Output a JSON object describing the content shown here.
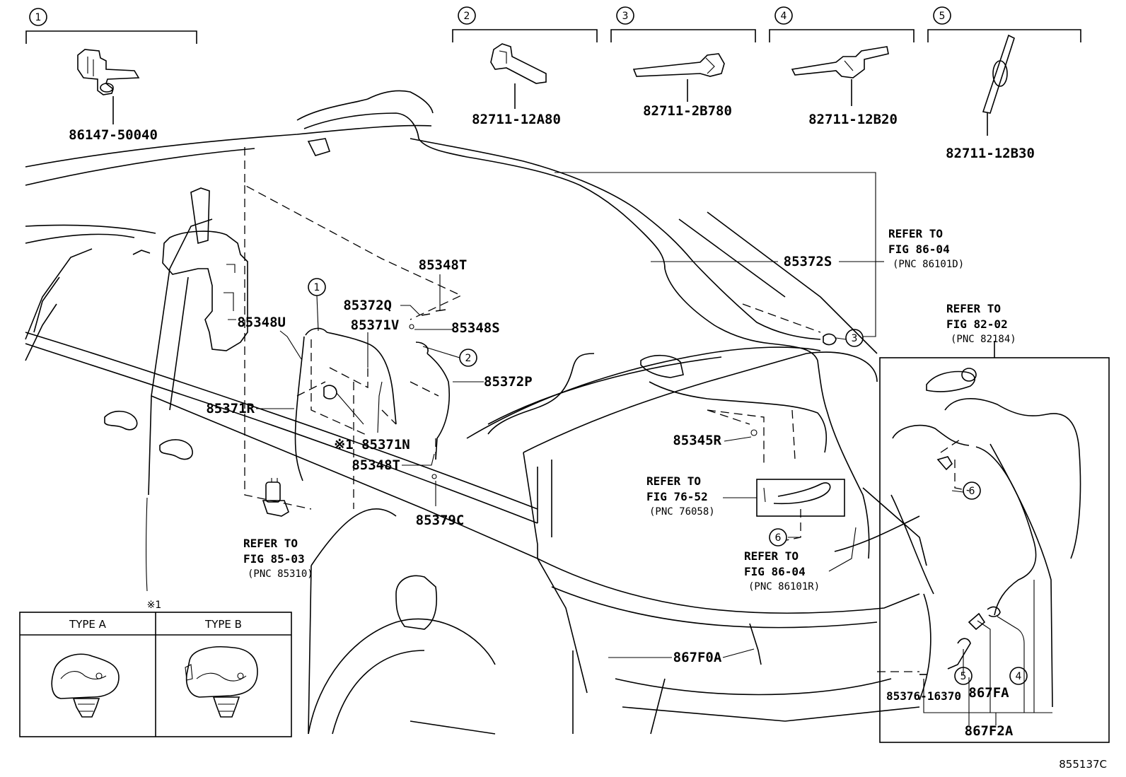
{
  "callouts": [
    "1",
    "2",
    "3",
    "4",
    "5",
    "6"
  ],
  "header_parts": {
    "p1": "86147-50040",
    "p2": "82711-12A80",
    "p3": "82711-2B780",
    "p4": "82711-12B20",
    "p5": "82711-12B30"
  },
  "parts": {
    "p85348T_top": "85348T",
    "p85372Q": "85372Q",
    "p85348S": "85348S",
    "p85348U": "85348U",
    "p85371V": "85371V",
    "p85372P": "85372P",
    "p85371R": "85371R",
    "p85371N": "※1 85371N",
    "p85348T_bot": "85348T",
    "p85379C": "85379C",
    "p85372S": "85372S",
    "p85345R": "85345R",
    "p867F0A": "867F0A",
    "p85376": "85376-16370",
    "p867FA": "867FA",
    "p867F2A": "867F2A"
  },
  "refs": {
    "r1": {
      "line1": "REFER TO",
      "line2": "FIG 86-04",
      "line3": "(PNC 86101D)"
    },
    "r2": {
      "line1": "REFER TO",
      "line2": "FIG 82-02",
      "line3": "(PNC 82184)"
    },
    "r3": {
      "line1": "REFER TO",
      "line2": "FIG 76-52",
      "line3": "(PNC 76058)"
    },
    "r4": {
      "line1": "REFER TO",
      "line2": "FIG 86-04",
      "line3": "(PNC 86101R)"
    },
    "r5": {
      "line1": "REFER TO",
      "line2": "FIG 85-03",
      "line3": "(PNC 85310)"
    }
  },
  "legend": {
    "mark": "※1",
    "type_a": "TYPE A",
    "type_b": "TYPE B"
  },
  "diagram_id": "855137C"
}
